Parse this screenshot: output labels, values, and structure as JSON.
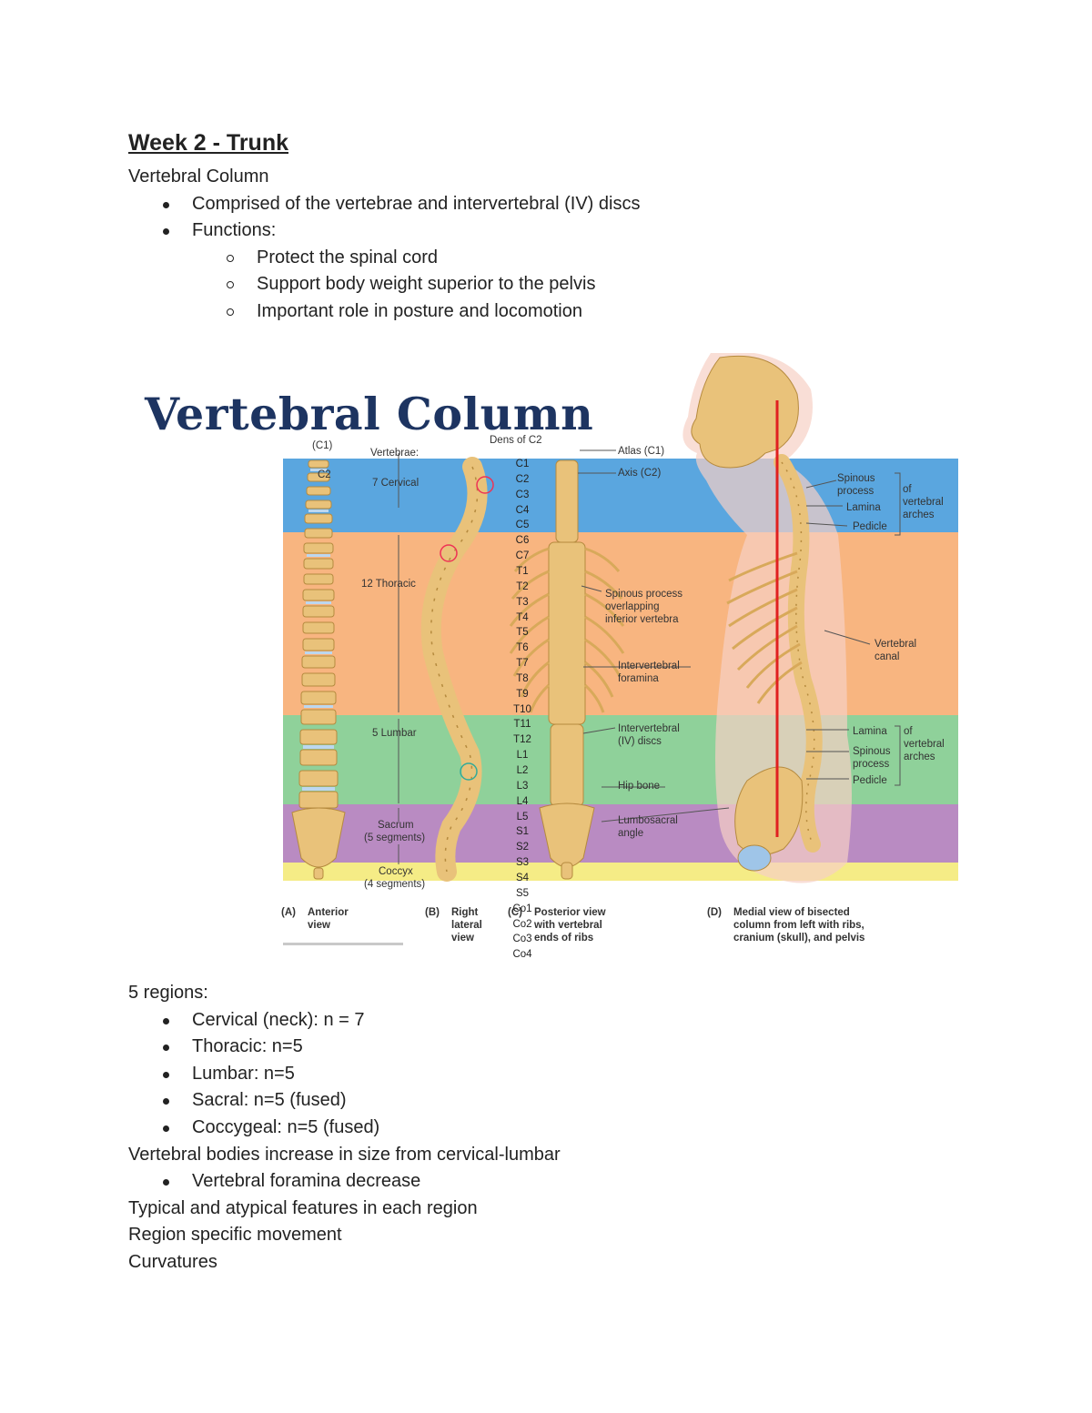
{
  "doc": {
    "title": "Week 2 - Trunk",
    "heading1": "Vertebral Column",
    "bullets1": [
      "Comprised of the vertebrae and intervertebral (IV) discs",
      "Functions:"
    ],
    "functions": [
      "Protect the spinal cord",
      "Support body weight superior to the pelvis",
      "Important role in posture and locomotion"
    ],
    "regions_heading": "5 regions:",
    "regions": [
      "Cervical (neck): n = 7",
      "Thoracic: n=5",
      "Lumbar: n=5",
      "Sacral: n=5 (fused)",
      "Coccygeal: n=5 (fused)"
    ],
    "line_bodies": "Vertebral bodies increase in size from cervical-lumbar",
    "bodies_sub": [
      "Vertebral foramina decrease"
    ],
    "line_typical": "Typical and atypical features in each region",
    "line_region": "Region specific movement",
    "line_curv": "Curvatures"
  },
  "figure": {
    "title": "Vertebral Column",
    "c1": "(C1)",
    "c2": "C2",
    "vertebrae_heading": "Vertebrae:",
    "cervical": "7 Cervical",
    "thoracic": "12 Thoracic",
    "lumbar": "5 Lumbar",
    "sacrum1": "Sacrum",
    "sacrum2": "(5 segments)",
    "coccyx1": "Coccyx",
    "coccyx2": "(4 segments)",
    "dens": "Dens of C2",
    "atlas": "Atlas (C1)",
    "axis": "Axis (C2)",
    "spinous_overlap1": "Spinous process",
    "spinous_overlap2": "overlapping",
    "spinous_overlap3": "inferior vertebra",
    "iv_foramina1": "Intervertebral",
    "iv_foramina2": "foramina",
    "iv_discs1": "Intervertebral",
    "iv_discs2": "(IV) discs",
    "hip_bone": "Hip bone",
    "lumbosacral1": "Lumbosacral",
    "lumbosacral2": "angle",
    "spinous_top1": "Spinous",
    "spinous_top2": "process",
    "lamina_top": "Lamina",
    "pedicle_top": "Pedicle",
    "of_arches_top1": "of",
    "of_arches_top2": "vertebral",
    "of_arches_top3": "arches",
    "vertebral_canal1": "Vertebral",
    "vertebral_canal2": "canal",
    "lamina_bot": "Lamina",
    "spinous_bot1": "Spinous",
    "spinous_bot2": "process",
    "pedicle_bot": "Pedicle",
    "of_arches_bot1": "of",
    "of_arches_bot2": "vertebral",
    "of_arches_bot3": "arches",
    "levels": [
      "C1",
      "C2",
      "C3",
      "C4",
      "C5",
      "C6",
      "C7",
      "T1",
      "T2",
      "T3",
      "T4",
      "T5",
      "T6",
      "T7",
      "T8",
      "T9",
      "T10",
      "T11",
      "T12",
      "L1",
      "L2",
      "L3",
      "L4",
      "L5",
      "S1",
      "S2",
      "S3",
      "S4",
      "S5",
      "Co1",
      "Co2",
      "Co3",
      "Co4"
    ],
    "cap_a1": "(A)",
    "cap_a2": "Anterior",
    "cap_a3": "view",
    "cap_b1": "(B)",
    "cap_b2": "Right",
    "cap_b3": "lateral",
    "cap_b4": "view",
    "cap_c1": "(C)",
    "cap_c2": "Posterior view",
    "cap_c3": "with vertebral",
    "cap_c4": "ends of ribs",
    "cap_d1": "(D)",
    "cap_d2": "Medial view of bisected",
    "cap_d3": "column from left with ribs,",
    "cap_d4": "cranium (skull), and pelvis",
    "colors": {
      "cervical": "#5aa6df",
      "thoracic": "#f8b580",
      "lumbar": "#8fd19a",
      "sacral": "#b98bc2",
      "coccygeal": "#f5ec86",
      "bone": "#e9c27a",
      "title": "#1d3461",
      "redline": "#e02020"
    }
  }
}
